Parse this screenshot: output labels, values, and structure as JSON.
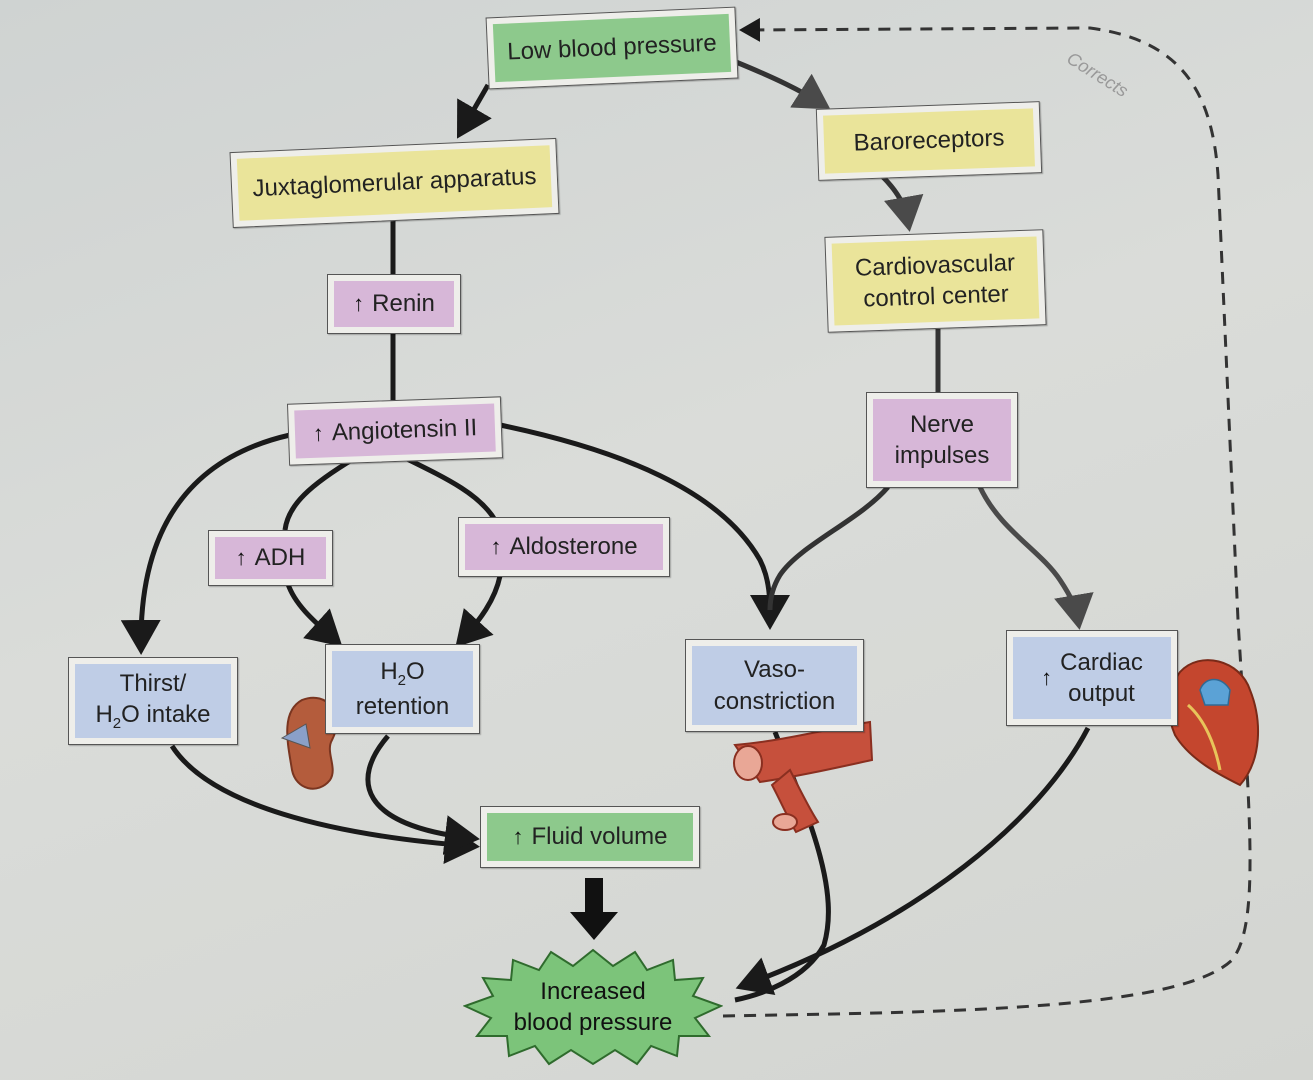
{
  "nodes": {
    "low_bp": "Low blood pressure",
    "jga": "Juxtaglomerular apparatus",
    "baroreceptors": "Baroreceptors",
    "cv_center_line1": "Cardiovascular",
    "cv_center_line2": "control center",
    "renin": "Renin",
    "angiotensin": "Angiotensin II",
    "nerve_line1": "Nerve",
    "nerve_line2": "impulses",
    "adh": "ADH",
    "aldosterone": "Aldosterone",
    "thirst_line1": "Thirst/",
    "thirst_line2_pre": "H",
    "thirst_line2_sub": "2",
    "thirst_line2_post": "O intake",
    "h2o_pre": "H",
    "h2o_sub": "2",
    "h2o_post": "O",
    "retention": "retention",
    "vaso_line1": "Vaso-",
    "vaso_line2": "constriction",
    "cardiac_line1": "Cardiac",
    "cardiac_line2": "output",
    "fluid": "Fluid volume",
    "increased_line1": "Increased",
    "increased_line2": "blood pressure",
    "corrects": "Corrects"
  },
  "icons": {
    "increase": "↑"
  },
  "colors": {
    "green": "#8dc98c",
    "yellow": "#eae49a",
    "purple": "#d7b7d8",
    "blue": "#bfcde6",
    "arrow_dark": "#1a1a1a",
    "arrow_gray": "#4a4a4a",
    "burst": "#7cc47a"
  }
}
